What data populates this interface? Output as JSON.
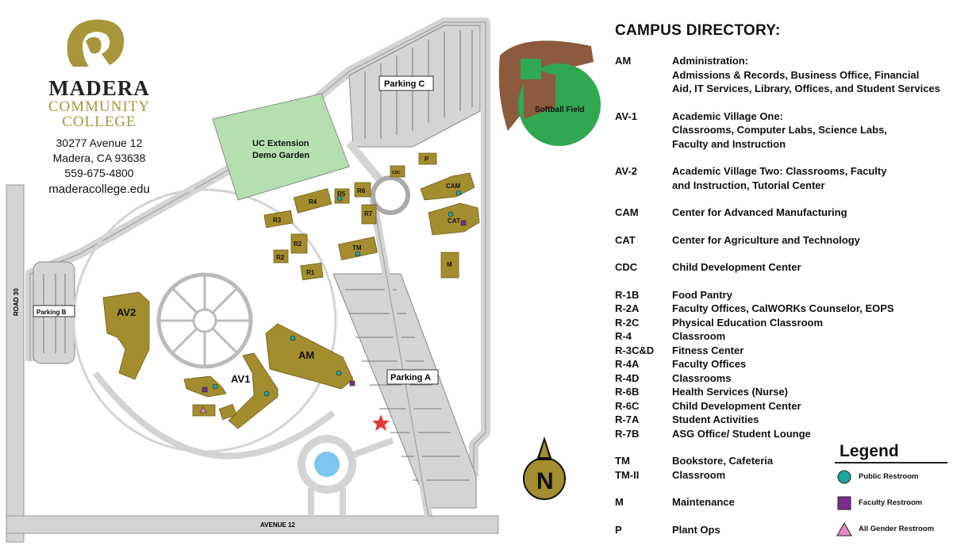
{
  "school": {
    "name_line1": "MADERA",
    "name_line2": "COMMUNITY",
    "name_line3": "COLLEGE",
    "address1": "30277 Avenue 12",
    "address2": "Madera, CA 93638",
    "phone": "559-675-4800",
    "website": "maderacollege.edu"
  },
  "map_labels": {
    "parking_a": "Parking A",
    "parking_b": "Parking B",
    "parking_c": "Parking C",
    "garden_line1": "UC Extension",
    "garden_line2": "Demo Garden",
    "softball": "Softball Field",
    "road_30": "ROAD 30",
    "avenue_12": "AVENUE 12",
    "north": "N",
    "buildings": {
      "av1": "AV1",
      "av2": "AV2",
      "am": "AM",
      "tm": "TM",
      "cam": "CAM",
      "cat": "CAT",
      "m": "M",
      "p": "P",
      "cdc": "CDC",
      "r1": "R1",
      "r2a": "R2",
      "r2b": "R2",
      "r3": "R3",
      "r4": "R4",
      "r5": "R5",
      "r6": "R6",
      "r7": "R7"
    }
  },
  "directory": {
    "title": "CAMPUS DIRECTORY:",
    "entries": [
      {
        "code": "AM",
        "lines": [
          "Administration:",
          "Admissions & Records, Business Office, Financial",
          "Aid, IT Services, Library, Offices, and Student Services"
        ]
      },
      {
        "code": "AV-1",
        "lines": [
          "Academic Village One:",
          "Classrooms, Computer Labs, Science Labs,",
          "Faculty and Instruction"
        ]
      },
      {
        "code": "AV-2",
        "lines": [
          "Academic Village Two: Classrooms, Faculty",
          "and Instruction, Tutorial Center"
        ]
      },
      {
        "code": "CAM",
        "lines": [
          "Center for Advanced Manufacturing"
        ]
      },
      {
        "code": "CAT",
        "lines": [
          "Center for Agriculture and Technology"
        ]
      },
      {
        "code": "CDC",
        "lines": [
          "Child Development Center"
        ]
      }
    ],
    "rooms": [
      {
        "code": "R-1B",
        "desc": "Food Pantry"
      },
      {
        "code": "R-2A",
        "desc": "Faculty Offices, CalWORKs Counselor, EOPS"
      },
      {
        "code": "R-2C",
        "desc": "Physical Education Classroom"
      },
      {
        "code": "R-4",
        "desc": "Classroom"
      },
      {
        "code": "R-3C&D",
        "desc": "Fitness Center"
      },
      {
        "code": "R-4A",
        "desc": "Faculty Offices"
      },
      {
        "code": "R-4D",
        "desc": "Classrooms"
      },
      {
        "code": "R-6B",
        "desc": "Health Services (Nurse)"
      },
      {
        "code": "R-6C",
        "desc": "Child Development Center"
      },
      {
        "code": "R-7A",
        "desc": "Student Activities"
      },
      {
        "code": "R-7B",
        "desc": "ASG Office/ Student Lounge"
      }
    ],
    "tm": [
      {
        "code": "TM",
        "desc": "Bookstore, Cafeteria"
      },
      {
        "code": "TM-II",
        "desc": "Classroom"
      }
    ],
    "m": {
      "code": "M",
      "desc": "Maintenance"
    },
    "p": {
      "code": "P",
      "desc": "Plant Ops"
    }
  },
  "legend": {
    "title": "Legend",
    "items": [
      {
        "label": "Public Restroom",
        "icon": "teal-circle-icon",
        "color": "#1fa3a0"
      },
      {
        "label": "Faculty Restroom",
        "icon": "purple-square-icon",
        "color": "#7b2d8e"
      },
      {
        "label": "All Gender Restroom",
        "icon": "pink-triangle-icon",
        "color": "#e48bc4"
      }
    ]
  },
  "colors": {
    "building": "#a38d2e",
    "road": "#d4d4d4",
    "garden": "#b4e0b0",
    "field_grass": "#2fa84f",
    "field_dirt": "#8c5a3c",
    "pond": "#7cc7ef",
    "star": "#e53935"
  }
}
